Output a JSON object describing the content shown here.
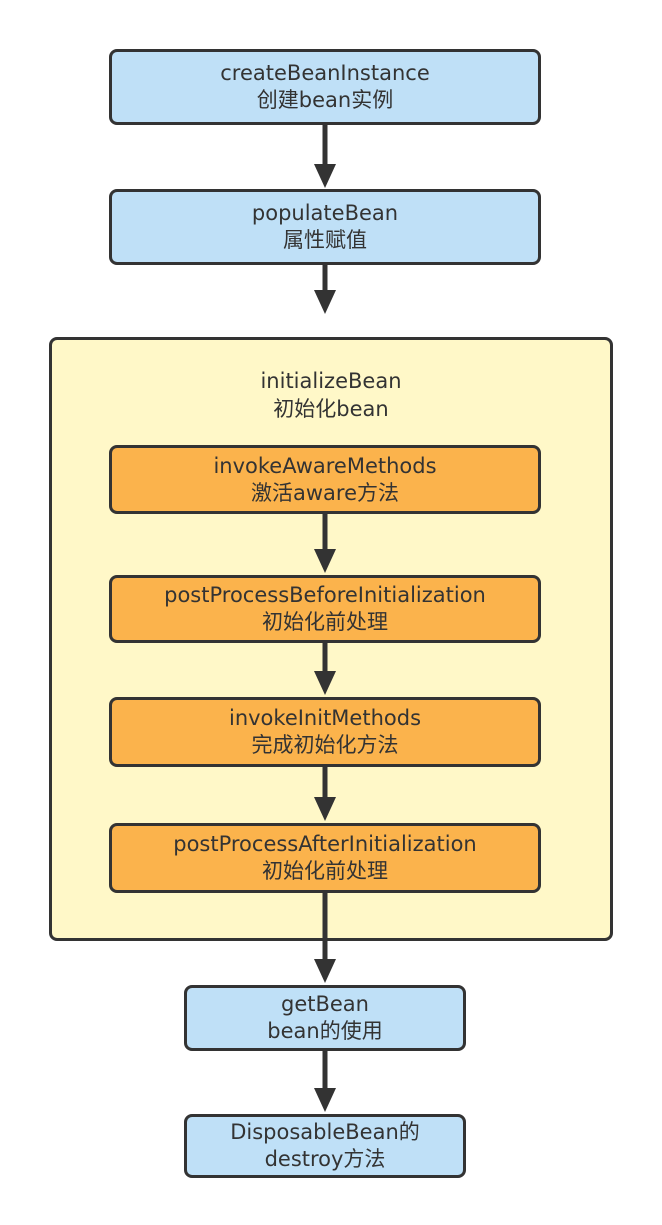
{
  "steps": {
    "create": {
      "line1": "createBeanInstance",
      "line2": "创建bean实例"
    },
    "populate": {
      "line1": "populateBean",
      "line2": "属性赋值"
    },
    "initialize": {
      "line1": "initializeBean",
      "line2": "初始化bean",
      "substeps": {
        "aware": {
          "line1": "invokeAwareMethods",
          "line2": "激活aware方法"
        },
        "before": {
          "line1": "postProcessBeforeInitialization",
          "line2": "初始化前处理"
        },
        "init": {
          "line1": "invokeInitMethods",
          "line2": "完成初始化方法"
        },
        "after": {
          "line1": "postProcessAfterInitialization",
          "line2": "初始化前处理"
        }
      }
    },
    "get": {
      "line1": "getBean",
      "line2": "bean的使用"
    },
    "destroy": {
      "line1": "DisposableBean的",
      "line2": "destroy方法"
    }
  },
  "colors": {
    "blue_box": "#bfe0f7",
    "orange_box": "#fbb34c",
    "container": "#fff8c8",
    "stroke": "#333333"
  }
}
